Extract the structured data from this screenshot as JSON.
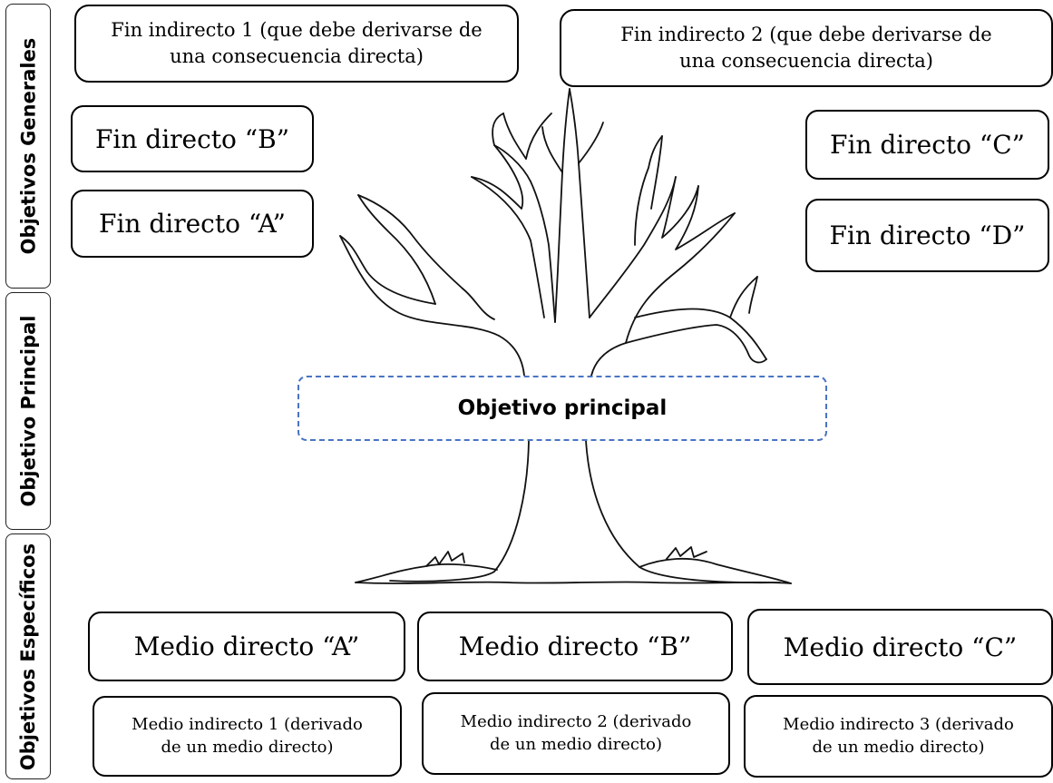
{
  "side_labels": {
    "generales": "Objetivos Generales",
    "principal": "Objetivo Principal",
    "especificos": "Objetivos Específicos"
  },
  "fines_indirectos": [
    "Fin indirecto 1 (que debe derivarse de una consecuencia directa)",
    "Fin indirecto 2 (que debe derivarse de una consecuencia directa)"
  ],
  "fines_directos": {
    "B": "Fin directo “B”",
    "A": "Fin directo “A”",
    "C": "Fin directo “C”",
    "D": "Fin directo “D”"
  },
  "objetivo_principal": "Objetivo principal",
  "medios_directos": [
    "Medio directo “A”",
    "Medio directo “B”",
    "Medio directo “C”"
  ],
  "medios_indirectos": [
    "Medio indirecto 1 (derivado de un medio directo)",
    "Medio indirecto 2 (derivado de un medio directo)",
    "Medio indirecto 3 (derivado de un medio directo)"
  ],
  "colors": {
    "main_border": "#4a74c4",
    "outline": "#000000"
  }
}
